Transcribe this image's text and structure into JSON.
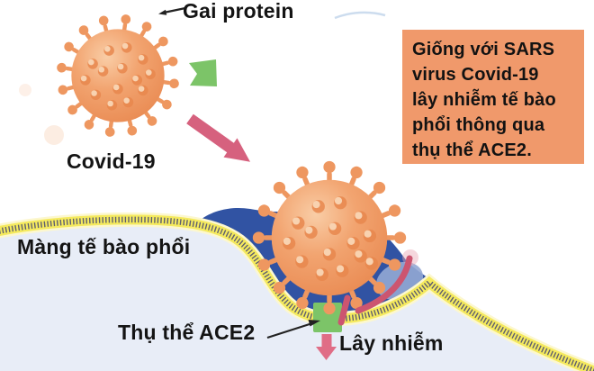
{
  "labels": {
    "spike_protein": "Gai protein",
    "virus_name": "Covid-19",
    "membrane": "Màng tế bào phổi",
    "receptor": "Thụ thể ACE2",
    "infection": "Lây nhiễm"
  },
  "info_box": {
    "text": "Giống với SARS\nvirus Covid-19\nlây nhiễm tế bào\nphổi thông qua\nthụ thể ACE2."
  },
  "colors": {
    "info_box_bg": "#f0996b",
    "virus_orange": "#f2a470",
    "cell_interior": "#e8edf7",
    "membrane_yellow": "#f5ea5e",
    "blue_patch": "#3153a3",
    "receptor_green": "#7cc468",
    "arrow_pink": "#d6617e",
    "text_black": "#141414"
  }
}
